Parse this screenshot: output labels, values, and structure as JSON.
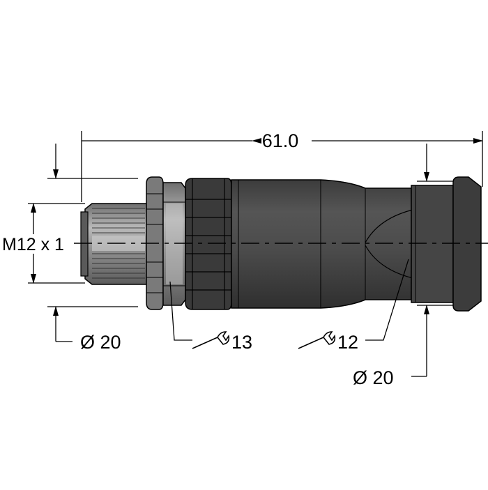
{
  "drawing": {
    "overall_length_label": "61.0",
    "thread_label": "M12 x 1",
    "left_diameter_label": "Ø 20",
    "right_diameter_label": "Ø 20",
    "left_wrench_size_label": "13",
    "right_wrench_size_label": "12"
  },
  "colors": {
    "line": "#000000",
    "dark_body": "#4a4a4a",
    "knurl_dark": "#3a3a3a",
    "metal_light": "#a8a8a8",
    "metal_mid": "#888888",
    "background": "#ffffff"
  },
  "icons": [
    "wrench-icon",
    "wrench-icon"
  ]
}
